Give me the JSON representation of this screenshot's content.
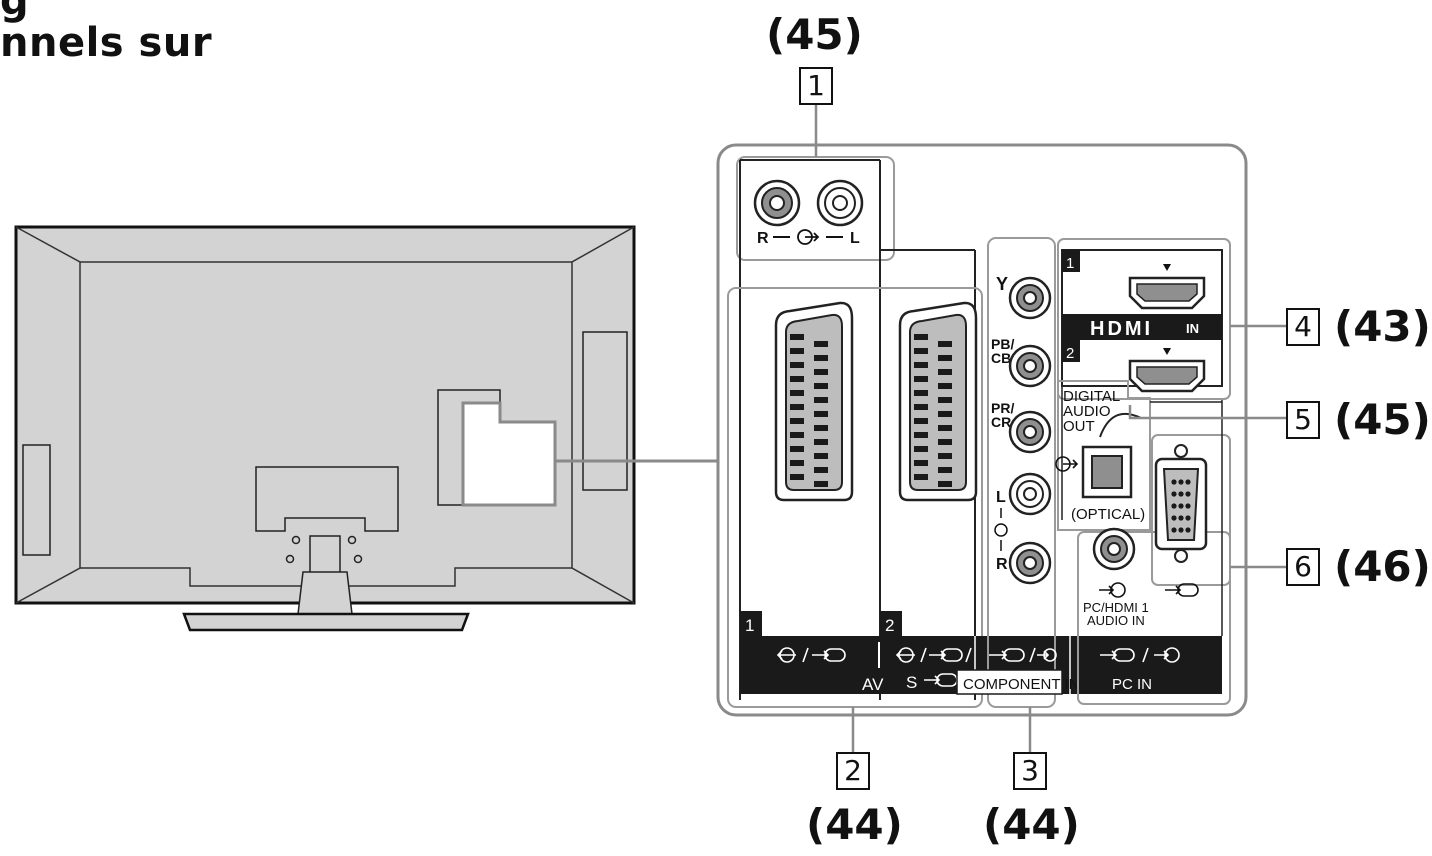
{
  "heading": {
    "line1": "g",
    "line2": "nnels sur"
  },
  "callouts": [
    {
      "id": "1",
      "page": "(45)"
    },
    {
      "id": "2",
      "page": "(44)"
    },
    {
      "id": "3",
      "page": "(44)"
    },
    {
      "id": "4",
      "page": "(43)"
    },
    {
      "id": "5",
      "page": "(45)"
    },
    {
      "id": "6",
      "page": "(46)"
    }
  ],
  "panel": {
    "audio_out": {
      "r": "R",
      "l": "L"
    },
    "scart1": {
      "num": "1"
    },
    "scart2": {
      "num": "2",
      "s_label": "S"
    },
    "av_label": "AV",
    "component": {
      "y": "Y",
      "pb": "PB/",
      "cb": "CB",
      "pr": "PR/",
      "cr": "CR",
      "l": "L",
      "r": "R",
      "label": "COMPONENT IN"
    },
    "hdmi": {
      "num1": "1",
      "num2": "2",
      "logo": "HDMI",
      "in": "IN"
    },
    "digital_audio": {
      "line1": "DIGITAL",
      "line2": "AUDIO",
      "line3": "OUT",
      "optical": "(OPTICAL)"
    },
    "pc_audio": {
      "line1": "PC/HDMI 1",
      "line2": "AUDIO IN"
    },
    "pc_label": "PC  IN"
  },
  "colors": {
    "tv_body": "#d3d3d3",
    "panel_bg": "#ffffff",
    "label_bar": "#1a1a1a",
    "outline": "#9a9a9a"
  }
}
